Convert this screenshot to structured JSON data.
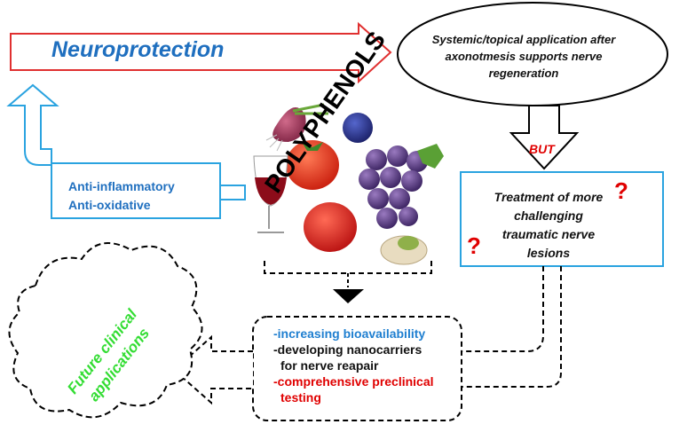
{
  "title_arrow": {
    "label": "Neuroprotection"
  },
  "systemic": {
    "line1": "Systemic/topical application after",
    "line2": "axonotmesis supports nerve",
    "line3": "regeneration"
  },
  "but": "BUT",
  "treatment": {
    "line1": "Treatment of more",
    "line2": "challenging",
    "line3": "traumatic nerve",
    "line4": "lesions",
    "mark": "?"
  },
  "effects": {
    "line1": "Anti-inflammatory",
    "line2": "Anti-oxidative"
  },
  "polyphenols": "POLYPHENOLS",
  "future": {
    "line1": "Future clinical",
    "line2": "applications"
  },
  "steps": {
    "item1": "-increasing bioavailability",
    "item2a": "-developing nanocarriers",
    "item2b": "for nerve reapair",
    "item3a": "-comprehensive preclinical",
    "item3b": "testing"
  },
  "colors": {
    "neuro_arrow": "#e03030",
    "effects": "#2aa3e0",
    "future_text": "#33dd33",
    "question": "#e00000"
  }
}
